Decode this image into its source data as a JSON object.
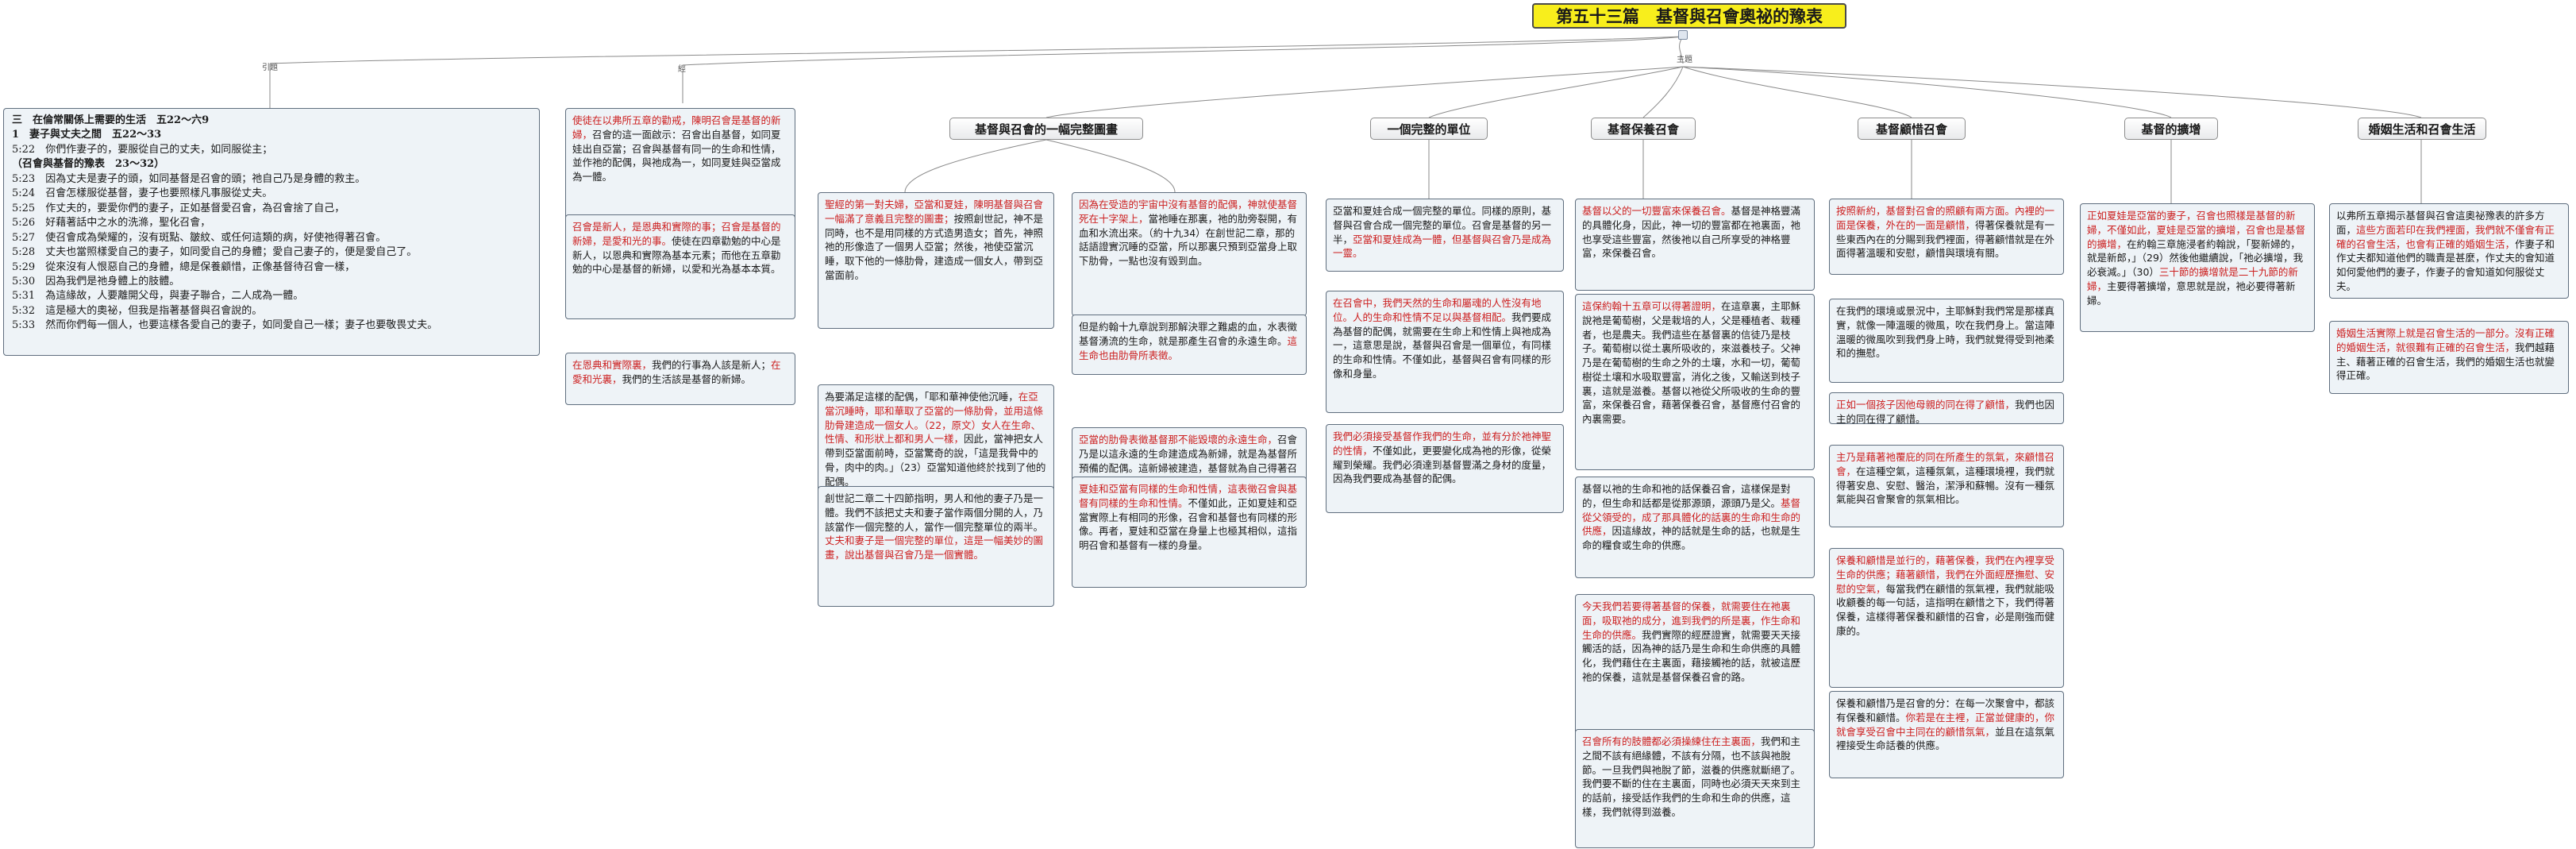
{
  "title": "第五十三篇　基督與召會奧祕的豫表",
  "captions": {
    "left": "引題",
    "center_a": "經",
    "center_b": "主題"
  },
  "verses": {
    "lines": [
      {
        "text": "三　在倫常關係上需要的生活　五22～六9",
        "bold": true
      },
      {
        "text": "1　妻子與丈夫之間　五22～33",
        "bold": true
      },
      {
        "text": "5:22　你們作妻子的，要服從自己的丈夫，如同服從主；",
        "bold": false
      },
      {
        "text": "（召會與基督的豫表　23～32）",
        "bold": true
      },
      {
        "text": "5:23　因為丈夫是妻子的頭，如同基督是召會的頭；祂自己乃是身體的救主。",
        "bold": false
      },
      {
        "text": "5:24　召會怎樣服從基督，妻子也要照樣凡事服從丈夫。",
        "bold": false
      },
      {
        "text": "5:25　作丈夫的，要愛你們的妻子，正如基督愛召會，為召會捨了自己，",
        "bold": false
      },
      {
        "text": "5:26　好藉著話中之水的洗滌，聖化召會，",
        "bold": false
      },
      {
        "text": "5:27　使召會成為榮耀的，沒有斑點、皺紋、或任何這類的病，好使祂得著召會。",
        "bold": false
      },
      {
        "text": "5:28　丈夫也當照樣愛自己的妻子，如同愛自己的身體；愛自己妻子的，便是愛自己了。",
        "bold": false
      },
      {
        "text": "5:29　從來沒有人恨惡自己的身體，總是保養顧惜，正像基督待召會一樣，",
        "bold": false
      },
      {
        "text": "5:30　因為我們是祂身體上的肢體。",
        "bold": false
      },
      {
        "text": "5:31　為這緣故，人要離開父母，與妻子聯合，二人成為一體。",
        "bold": false
      },
      {
        "text": "5:32　這是極大的奧祕，但我是指著基督與召會說的。",
        "bold": false
      },
      {
        "text": "5:33　然而你們每一個人，也要這樣各愛自己的妻子，如同愛自己一樣；妻子也要敬畏丈夫。",
        "bold": false
      }
    ]
  },
  "topics": [
    "基督與召會的一幅完整圖畫",
    "一個完整的單位",
    "基督保養召會",
    "基督顧惜召會",
    "基督的擴增",
    "婚姻生活和召會生活"
  ],
  "cards": {
    "intro": [
      {
        "segs": [
          {
            "t": "使徒在以弗所五章的勸戒，陳明召會是基督的新婦，",
            "r": true
          },
          {
            "t": "召會的這一面啟示：召會出自基督，如同夏娃出自亞當；召會與基督有同一的生命和性情，並作祂的配偶，與祂成為一，如同夏娃與亞當成為一體。",
            "r": false
          }
        ]
      },
      {
        "segs": [
          {
            "t": "召會是新人，是恩典和實際的事；召會是基督的新婦，是愛和光的事。",
            "r": true
          },
          {
            "t": "使徒在四章勸勉的中心是新人，以恩典和實際為基本元素；而他在五章勸勉的中心是基督的新婦，以愛和光為基本本質。",
            "r": false
          }
        ]
      },
      {
        "segs": [
          {
            "t": "在恩典和實際裏，",
            "r": true
          },
          {
            "t": "我們的行事為人該是新人；",
            "r": false
          },
          {
            "t": "在愛和光裏，",
            "r": true
          },
          {
            "t": "我們的生活該是基督的新婦。",
            "r": false
          }
        ]
      }
    ],
    "picture_a": [
      {
        "segs": [
          {
            "t": "聖經的第一對夫婦，亞當和夏娃，陳明基督與召會一幅滿了意義且完整的圖畫；",
            "r": true
          },
          {
            "t": "按照創世記，神不是同時，也不是用同樣的方式造男造女；首先，神照祂的形像造了一個男人亞當；然後，祂使亞當沉睡，取下他的一條肋骨，建造成一個女人，帶到亞當面前。",
            "r": false
          }
        ]
      },
      {
        "segs": [
          {
            "t": "為要滿足這樣的配偶，「耶和華神使他沉睡，",
            "r": false
          },
          {
            "t": "在亞當沉睡時，耶和華取了亞當的一條肋骨，並用這條肋骨建造成一個女人。（22，原文）女人在生命、性情、和形狀上都和男人一樣，",
            "r": true
          },
          {
            "t": "因此，當神把女人帶到亞當面前時，亞當驚奇的說，「這是我骨中的骨，肉中的肉。」（23）亞當知道他終於找到了他的配偶。",
            "r": false
          }
        ]
      },
      {
        "segs": [
          {
            "t": "創世記二章二十四節指明，男人和他的妻子乃是一體。我們不該把丈夫和妻子當作兩個分開的人，乃該當作一個完整的人，當作一個完整單位的兩半。",
            "r": false
          },
          {
            "t": "丈夫和妻子是一個完整的單位，這是一幅美妙的圖畫，說出基督與召會乃是一個實體。",
            "r": true
          }
        ]
      }
    ],
    "picture_b": [
      {
        "segs": [
          {
            "t": "因為在受造的宇宙中沒有基督的配偶，神就使基督死在十字架上，",
            "r": true
          },
          {
            "t": "當祂睡在那裏，祂的肋旁裂開，有血和水流出來。（約十九34）在創世記二章，那的話語證實沉睡的亞當，所以那裏只預到亞當身上取下肋骨，一點也沒有毀到血。",
            "r": false
          }
        ]
      },
      {
        "segs": [
          {
            "t": "但是約翰十九章說到那解決罪之難處的血，水表徵基督湧流的生命，就是那產生召會的永遠生命。",
            "r": false
          },
          {
            "t": "這生命也由肋骨所表徵。",
            "r": true
          }
        ]
      },
      {
        "segs": [
          {
            "t": "亞當的肋骨表徵基督那不能毀壞的永遠生命，",
            "r": true
          },
          {
            "t": "召會乃是以這永遠的生命建造成為新婦，就是為基督所預備的配偶。這新婦被建造，基督就為自己得著召會作祂的配偶。",
            "r": false
          }
        ]
      },
      {
        "segs": [
          {
            "t": "夏娃和亞當有同樣的生命和性情，這表徵召會與基督有同樣的生命和性情。",
            "r": true
          },
          {
            "t": "不僅如此，正如夏娃和亞當實際上有相同的形像，召會和基督也有同樣的形像。再者，夏娃和亞當在身量上也極其相似，這指明召會和基督有一樣的身量。",
            "r": false
          }
        ]
      }
    ],
    "unit": [
      {
        "segs": [
          {
            "t": "亞當和夏娃合成一個完整的單位。同樣的原則，基督與召會合成一個完整的單位。召會是基督的另一半，",
            "r": false
          },
          {
            "t": "亞當和夏娃成為一體，但基督與召會乃是成為一靈。",
            "r": true
          }
        ]
      },
      {
        "segs": [
          {
            "t": "在召會中，我們天然的生命和屬魂的人性沒有地位。人的生命和性情不足以與基督相配。",
            "r": true
          },
          {
            "t": "我們要成為基督的配偶，就需要在生命上和性情上與祂成為一，這意思是說，基督與召會是一個單位，有同樣的生命和性情。不僅如此，基督與召會有同樣的形像和身量。",
            "r": false
          }
        ]
      },
      {
        "segs": [
          {
            "t": "我們必須接受基督作我們的生命，並有分於祂神聖的性情，",
            "r": true
          },
          {
            "t": "不僅如此，更要變化成為祂的形像，從榮耀到榮耀。我們必須達到基督豐滿之身材的度量，因為我們要成為基督的配偶。",
            "r": false
          }
        ]
      }
    ],
    "nourish": [
      {
        "segs": [
          {
            "t": "基督以父的一切豐富來保養召會。",
            "r": true
          },
          {
            "t": "基督是神格豐滿的具體化身，因此，神一切的豐富都在祂裏面，祂也享受這些豐富，然後祂以自己所享受的神格豐富，來保養召會。",
            "r": false
          }
        ]
      },
      {
        "segs": [
          {
            "t": "這保約翰十五章可以得著證明，",
            "r": true
          },
          {
            "t": "在這章裏，主耶穌說祂是葡萄樹，父是栽培的人，父是種植者、栽種者，也是農夫。我們這些在基督裏的信徒乃是枝子。葡萄樹以從土裏所吸收的，來滋養枝子。父神乃是在葡萄樹的生命之外的土壤，水和一切，葡萄樹從土壤和水吸取豐富，消化之後，又輸送到枝子裏，這就是滋養。基督以祂從父所吸收的生命的豐富，來保養召會，藉著保養召會，基督應付召會的內裏需要。",
            "r": false
          }
        ]
      },
      {
        "segs": [
          {
            "t": "基督以祂的生命和祂的話保養召會，這樣保是對的，但生命和話都是從那源頭，源頭乃是父。",
            "r": false
          },
          {
            "t": "基督從父領受的，成了那具體化的話裏的生命和生命的供應，",
            "r": true
          },
          {
            "t": "因這緣故，神的話就是生命的話，也就是生命的糧食或生命的供應。",
            "r": false
          }
        ]
      },
      {
        "segs": [
          {
            "t": "今天我們若要得著基督的保養，就需要住在祂裏面，吸取祂的成分，進到我們的所是裏，作生命和生命的供應。",
            "r": true
          },
          {
            "t": "我們實際的經歷證實，就需要天天接觸活的話，因為神的話乃是生命和生命供應的具體化，我們藉住在主裏面，藉接觸祂的話，就被這歷祂的保養，這就是基督保養召會的路。",
            "r": false
          }
        ]
      },
      {
        "segs": [
          {
            "t": "召會所有的肢體都必須操練住在主裏面，",
            "r": true
          },
          {
            "t": "我們和主之間不該有絕緣體，不該有分隔，也不該與祂脫節。一旦我們與祂脫了節，滋養的供應就斷絕了。我們要不斷的住在主裏面，同時也必須天天來到主的話前，接受話作我們的生命和生命的供應，這樣，我們就得到滋養。",
            "r": false
          }
        ]
      }
    ],
    "cherish": [
      {
        "segs": [
          {
            "t": "按照新約，基督對召會的照顧有兩方面。內裡的一面是保養，外在的一面是顧惜，",
            "r": true
          },
          {
            "t": "得著保養就是有一些東西內在的分賜到我們裡面，得著顧惜就是在外面得著溫暖和安慰，顧惜與環境有關。",
            "r": false
          }
        ]
      },
      {
        "segs": [
          {
            "t": "在我們的環境或景況中，主耶穌對我們常是那樣真實，就像一陣溫暖的微風，吹在我們身上。當這陣溫暖的微風吹到我們身上時，我們就覺得受到祂柔和的撫慰。",
            "r": false
          }
        ]
      },
      {
        "segs": [
          {
            "t": "正如一個孩子因他母親的同在得了顧惜，",
            "r": true
          },
          {
            "t": "我們也因主的同在得了顧惜。",
            "r": false
          }
        ]
      },
      {
        "segs": [
          {
            "t": "主乃是藉著祂覆庇的同在所產生的氛氣，來顧惜召會，",
            "r": true
          },
          {
            "t": "在這種空氣，這種氛氣，這種環境裡，我們就得著安息、安慰、醫治，潔淨和蘇暢。沒有一種氛氣能與召會聚會的氛氣相比。",
            "r": false
          }
        ]
      },
      {
        "segs": [
          {
            "t": "保養和顧惜是並行的，藉著保養，我們在內裡享受生命的供應；藉著顧惜，我們在外面經歷撫慰、安慰的空氣，",
            "r": true
          },
          {
            "t": "每當我們在顧惜的氛氣裡，我們就能吸收顧養的每一句話，這指明在顧惜之下，我們得著保養，這樣得著保養和顧惜的召會，必是剛強而健康的。",
            "r": false
          }
        ]
      },
      {
        "segs": [
          {
            "t": "保養和顧惜乃是召會的分：在每一次聚會中，都該有保養和顧惜。",
            "r": false
          },
          {
            "t": "你若是在主裡，正當並健康的，你就會享受召會中主同在的顧惜氛氣，",
            "r": true
          },
          {
            "t": "並且在這氛氣裡接受生命話養的供應。",
            "r": false
          }
        ]
      }
    ],
    "increase": [
      {
        "segs": [
          {
            "t": "正如夏娃是亞當的妻子，召會也照樣是基督的新婦，不僅如此，夏娃是亞當的擴增，召會也是基督的擴增，",
            "r": true
          },
          {
            "t": "在約翰三章施浸者約翰說，「娶新婦的，就是新郎，」（29）然後他繼續說，「祂必擴增，我必衰減。」（30）",
            "r": false
          },
          {
            "t": "三十節的擴增就是二十九節的新婦，",
            "r": true
          },
          {
            "t": "主要得著擴增，意思就是說，祂必要得著新婦。",
            "r": false
          }
        ]
      }
    ],
    "marriage": [
      {
        "segs": [
          {
            "t": "以弗所五章揭示基督與召會這奧祕豫表的許多方面，",
            "r": false
          },
          {
            "t": "這些方面若印在我們裡面，我們就不僅會有正確的召會生活，也會有正確的婚姻生活，",
            "r": true
          },
          {
            "t": "作妻子和作丈夫都知道他們的職責是甚麼，作丈夫的會知道如何愛他們的妻子，作妻子的會知道如何服從丈夫。",
            "r": false
          }
        ]
      },
      {
        "segs": [
          {
            "t": "婚姻生活實際上就是召會生活的一部分。沒有正確的婚姻生活，就很難有正確的召會生活，",
            "r": true
          },
          {
            "t": "我們越藉主、藉著正確的召會生活，我們的婚姻生活也就變得正確。",
            "r": false
          }
        ]
      }
    ]
  }
}
